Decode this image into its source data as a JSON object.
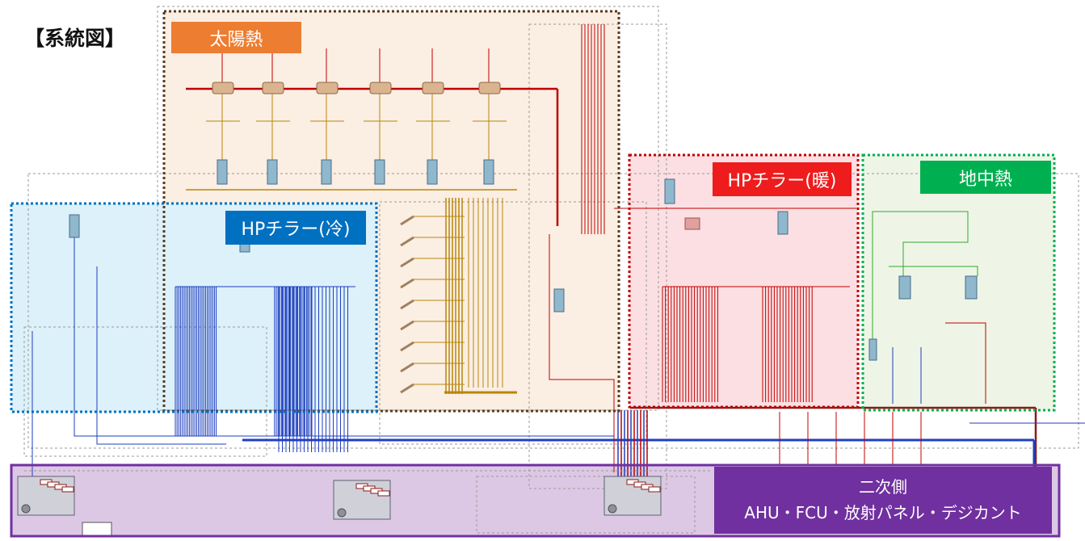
{
  "title": "【系統図】",
  "regions": {
    "solar": {
      "label": "太陽熱",
      "fill": "#fbeee3",
      "border": "#5a3a1e",
      "label_bg": "#ed7d31"
    },
    "hp_heating": {
      "label": "HPチラー(暖)",
      "fill": "#fbdfe2",
      "border": "#c00000",
      "label_bg": "#ee1c1c"
    },
    "geothermal": {
      "label": "地中熱",
      "fill": "#eef5e6",
      "border": "#00b050",
      "label_bg": "#00b050"
    },
    "hp_cooling": {
      "label": "HPチラー(冷)",
      "fill": "#dcf1fa",
      "border": "#0070c0",
      "label_bg": "#0070c0"
    },
    "secondary": {
      "label_line1": "二次側",
      "label_line2": "AHU・FCU・放射パネル・デジカント",
      "fill": "#dcc8e4",
      "border": "#7030a0",
      "label_bg": "#7030a0"
    }
  },
  "colors": {
    "hot": "#c00000",
    "hot_dark": "#8b1a1a",
    "cold": "#1f3fbf",
    "solar": "#b8860b",
    "geo": "#2eaa2e",
    "component": "#8fb8cc",
    "gray": "#9a9a9a"
  }
}
